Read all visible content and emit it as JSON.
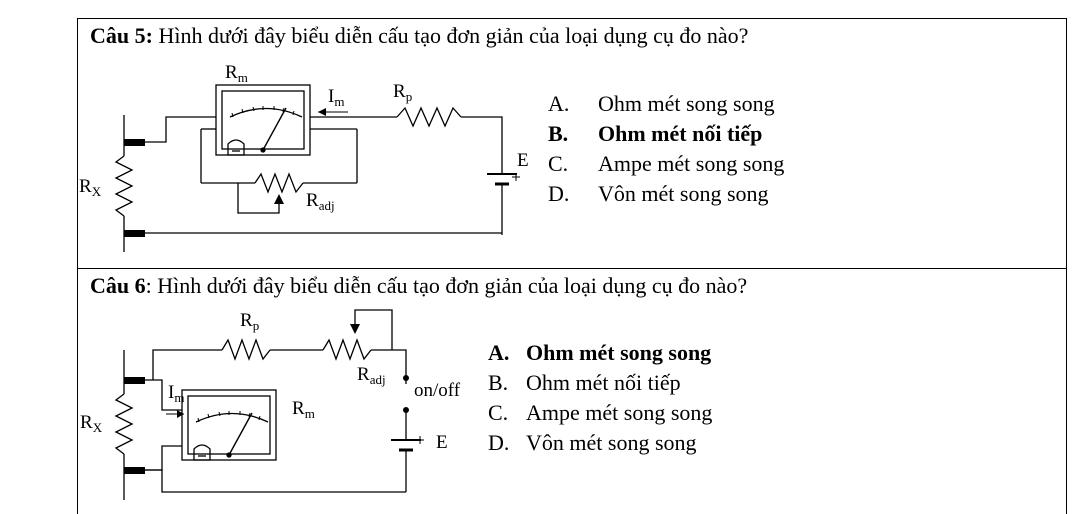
{
  "q5": {
    "number": "Câu 5:",
    "text": " Hình dưới đây biểu diễn cấu tạo đơn giản của loại dụng cụ đo nào?",
    "options": [
      {
        "letter": "A.",
        "text": "Ohm mét song song",
        "bold": false
      },
      {
        "letter": "B.",
        "text": "Ohm mét nối tiếp",
        "bold": true
      },
      {
        "letter": "C.",
        "text": "Ampe mét song song",
        "bold": false
      },
      {
        "letter": "D.",
        "text": "Vôn mét song song",
        "bold": false
      }
    ],
    "labels": {
      "rm": "R",
      "rm_sub": "m",
      "im": "I",
      "im_sub": "m",
      "rp": "R",
      "rp_sub": "p",
      "radj": "R",
      "radj_sub": "adj",
      "rx": "R",
      "rx_sub": "X",
      "e": "E"
    }
  },
  "q6": {
    "number": "Câu 6",
    "text": ": Hình dưới đây biểu diễn cấu tạo đơn giản của loại dụng cụ đo nào?",
    "options": [
      {
        "letter": "A.",
        "text": "Ohm mét song song",
        "bold": true
      },
      {
        "letter": "B.",
        "text": "Ohm mét nối tiếp",
        "bold": false
      },
      {
        "letter": "C.",
        "text": "Ampe mét song song",
        "bold": false
      },
      {
        "letter": "D.",
        "text": "Vôn mét song song",
        "bold": false
      }
    ],
    "labels": {
      "rp": "R",
      "rp_sub": "p",
      "radj": "R",
      "radj_sub": "adj",
      "onoff": "on/off",
      "im": "I",
      "im_sub": "m",
      "rm": "R",
      "rm_sub": "m",
      "rx": "R",
      "rx_sub": "X",
      "e": "E"
    }
  }
}
